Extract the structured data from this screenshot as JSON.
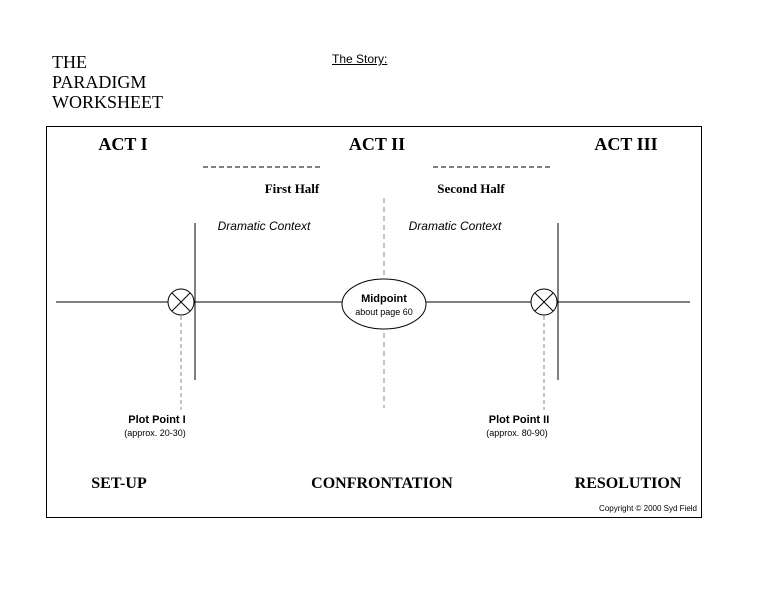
{
  "header": {
    "title_lines": [
      "THE",
      "PARADIGM",
      "WORKSHEET"
    ],
    "story_label": "The Story:"
  },
  "acts": {
    "act1": "ACT I",
    "act2": "ACT II",
    "act3": "ACT III",
    "first_half": "First Half",
    "second_half": "Second Half",
    "dashes": "---------------"
  },
  "context": {
    "left": "Dramatic Context",
    "right": "Dramatic Context"
  },
  "midpoint": {
    "label": "Midpoint",
    "sub": "about page 60"
  },
  "plot_points": {
    "pp1_label": "Plot Point I",
    "pp1_sub": "(approx. 20-30)",
    "pp2_label": "Plot Point II",
    "pp2_sub": "(approx. 80-90)"
  },
  "sections": {
    "setup": "SET-UP",
    "confrontation": "CONFRONTATION",
    "resolution": "RESOLUTION"
  },
  "copyright": "Copyright © 2000 Syd Field"
}
